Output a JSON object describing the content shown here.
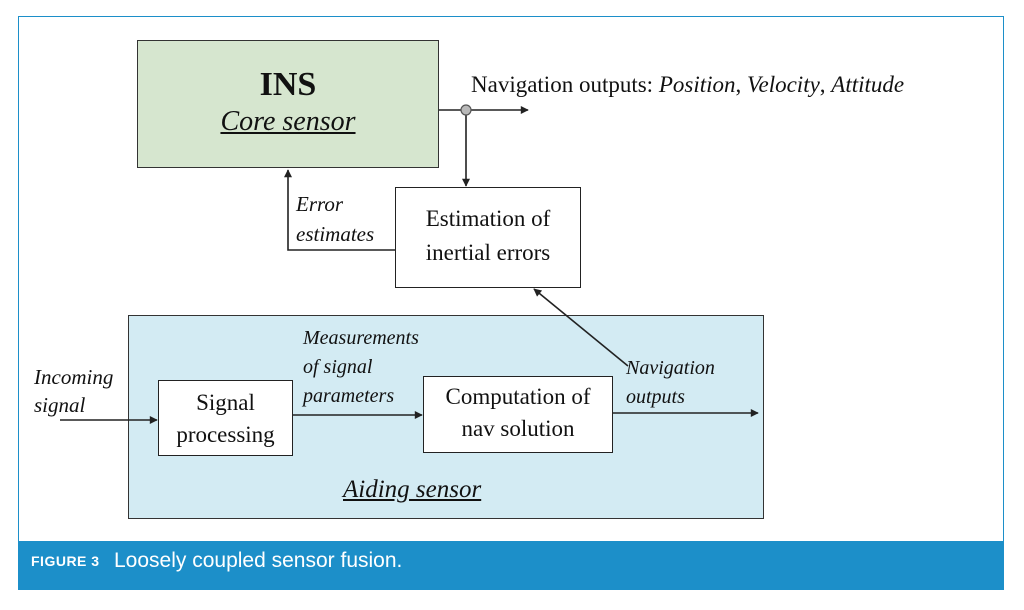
{
  "colors": {
    "ins_fill": "#d6e6cf",
    "aiding_fill": "#d3ebf3",
    "caption_bar": "#1c8fc9",
    "caption_text": "#ffffff"
  },
  "diagram": {
    "ins": {
      "title": "INS",
      "subtitle": "Core sensor"
    },
    "nav_outputs": {
      "prefix": "Navigation outputs: ",
      "position": "Position",
      "sep1": ", ",
      "velocity": "Velocity",
      "sep2": ", ",
      "attitude": "Attitude"
    },
    "error_estimates": {
      "line1": "Error",
      "line2": "estimates"
    },
    "estimation_box": {
      "line1": "Estimation of",
      "line2": "inertial errors"
    },
    "aiding_sensor": {
      "label": "Aiding sensor"
    },
    "incoming_signal": {
      "line1": "Incoming",
      "line2": "signal"
    },
    "signal_processing": {
      "line1": "Signal",
      "line2": "processing"
    },
    "measurements": {
      "line1": "Measurements",
      "line2": "of signal",
      "line3": "parameters"
    },
    "computation_box": {
      "line1": "Computation of",
      "line2": "nav solution"
    },
    "aiding_nav_outputs": {
      "line1": "Navigation",
      "line2": "outputs"
    }
  },
  "caption": {
    "label": "FIGURE 3",
    "text": "Loosely coupled sensor fusion."
  }
}
